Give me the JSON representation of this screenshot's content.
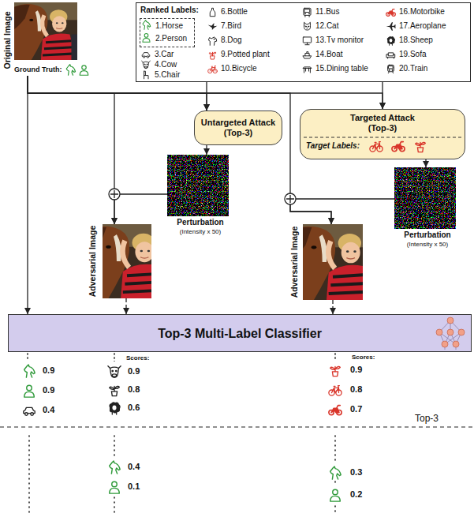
{
  "diagram": {
    "nodes": [
      {
        "text": [
          "Original Image",
          "Ground Truth:"
        ]
      },
      {
        "text": [
          "Ranked Labels:",
          "3.Car",
          "4.Cow",
          "5.Chair",
          "6.Bottle",
          "7.Bird",
          "8.Dog",
          "9.Potted plant",
          "10.Bicycle",
          "11.Bus",
          "12.Cat",
          "13.Tv monitor",
          "14.Boat",
          "15.Dining table",
          "16.Motorbike",
          "17.Aeroplane",
          "18.Sheep",
          "19.Sofa",
          "20.Train"
        ]
      },
      {
        "text": [
          "1.Horse",
          "2.Person"
        ],
        "in": 1
      },
      {
        "text": [
          "Untargeted Attack (Top-3)"
        ]
      },
      {
        "text": [
          "Targeted Attack (Top-3)",
          "Target Labels:"
        ]
      },
      {
        "text": [
          "Perturbation",
          "(Intensity x 50)"
        ]
      },
      {
        "text": [
          "Adversarial Image"
        ]
      },
      {
        "text": [
          "Perturbation",
          "(Intensity x 50)"
        ]
      },
      {
        "text": [
          "Adversarial Image"
        ]
      },
      {
        "text": [
          "Top-3 Multi-Label Classifier"
        ]
      }
    ],
    "edges": [
      {
        "from": 0,
        "to": 3,
        "arrow": "to"
      },
      {
        "from": 1,
        "to": 3,
        "arrow": "to"
      },
      {
        "from": 0,
        "to": 4,
        "arrow": "to"
      },
      {
        "from": 1,
        "to": 4,
        "arrow": "to"
      },
      {
        "from": 3,
        "to": 5,
        "arrow": "to"
      },
      {
        "from": 4,
        "to": 7,
        "arrow": "to"
      },
      {
        "from": 5,
        "to": 6,
        "arrow": "to"
      },
      {
        "from": 0,
        "to": 6,
        "arrow": "to"
      },
      {
        "from": 7,
        "to": 8,
        "arrow": "to"
      },
      {
        "from": 0,
        "to": 8,
        "arrow": "to"
      },
      {
        "from": 6,
        "to": 9,
        "arrow": "to"
      },
      {
        "from": 8,
        "to": 9,
        "arrow": "to"
      },
      {
        "from": 0,
        "to": 9,
        "arrow": "to"
      }
    ],
    "labels": [
      "0.9",
      "0.9",
      "0.4",
      "Scores:",
      "0.9",
      "0.8",
      "0.6",
      "0.4",
      "0.1",
      "Scores:",
      "0.9",
      "0.8",
      "0.7",
      "0.3",
      "0.2",
      "Top-3"
    ]
  }
}
